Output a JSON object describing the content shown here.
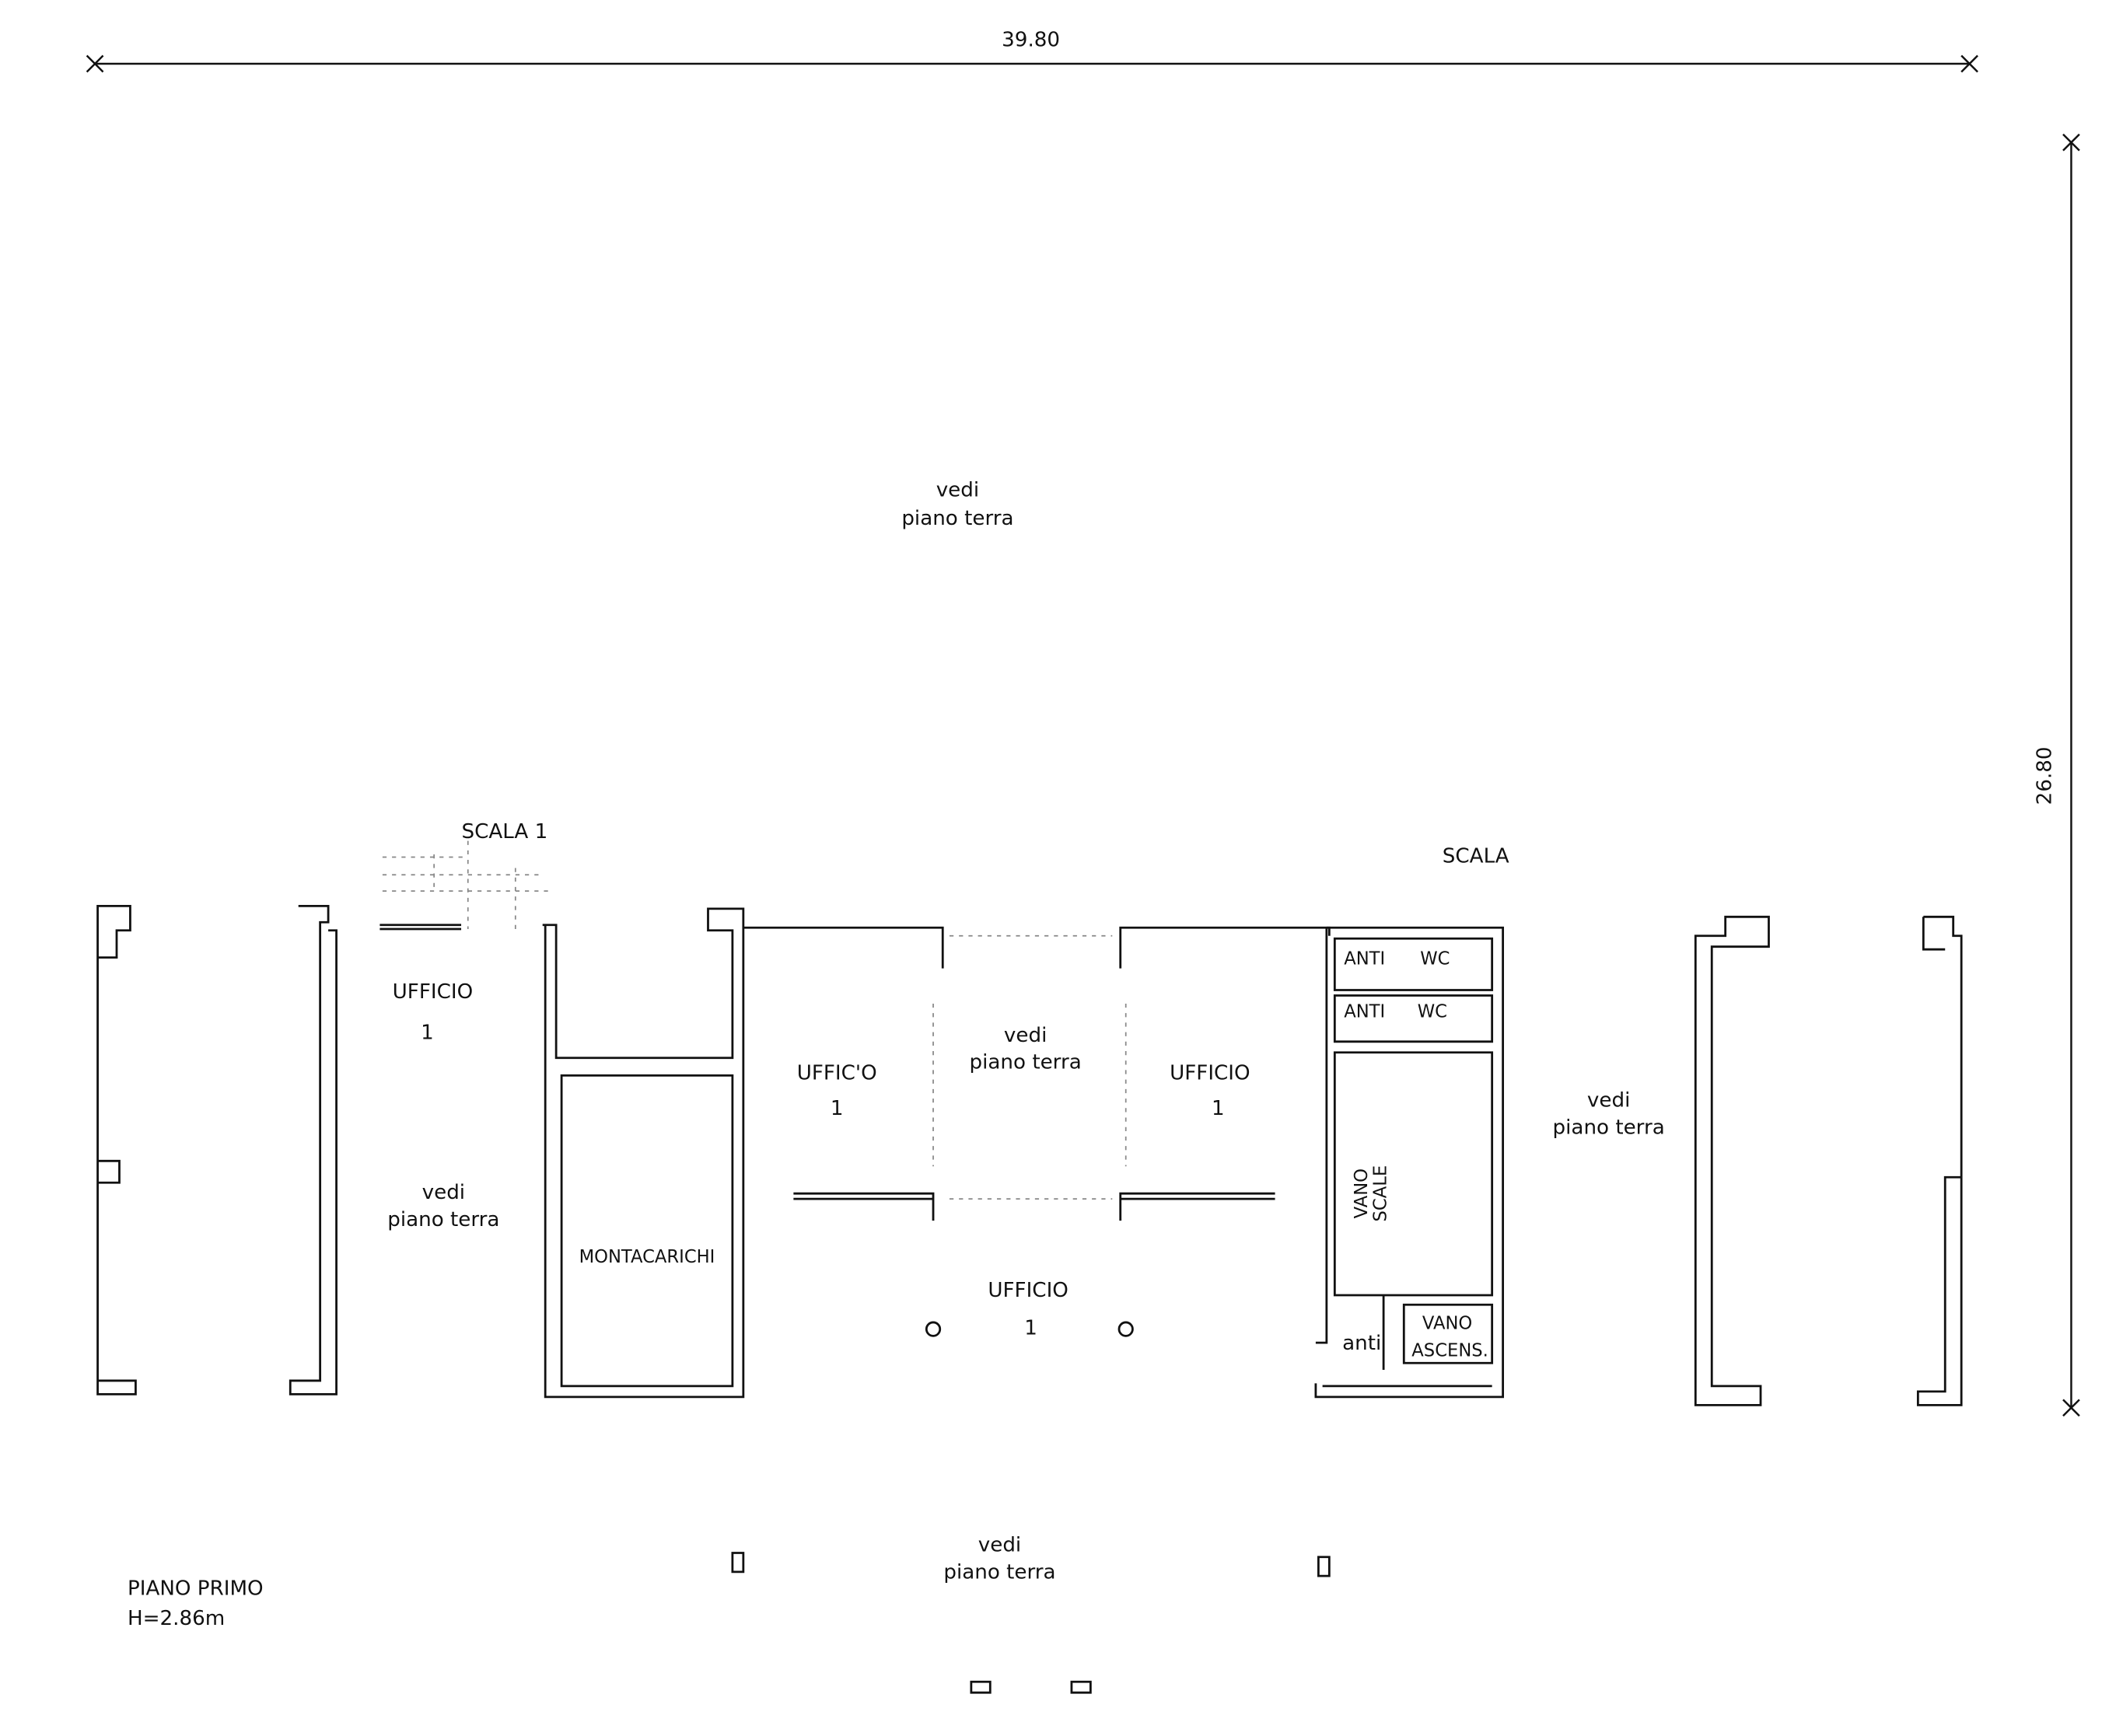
{
  "dimensions": {
    "width": "39.80",
    "height": "26.80"
  },
  "labels": {
    "vedi": "vedi",
    "piano_terra": "piano terra",
    "scala_1": "SCALA  1",
    "scala": "SCALA",
    "ufficio": "UFFICIO",
    "ufficio_alt": "UFFIC'O",
    "one": "1",
    "montacarichi": "MONTACARICHI",
    "anti_caps": "ANTI",
    "wc": "WC",
    "vano": "VANO",
    "scale": "SCALE",
    "anti": "anti",
    "ascens": "ASCENS."
  },
  "title_block": {
    "floor": "PIANO PRIMO",
    "height": "H=2.86m"
  }
}
